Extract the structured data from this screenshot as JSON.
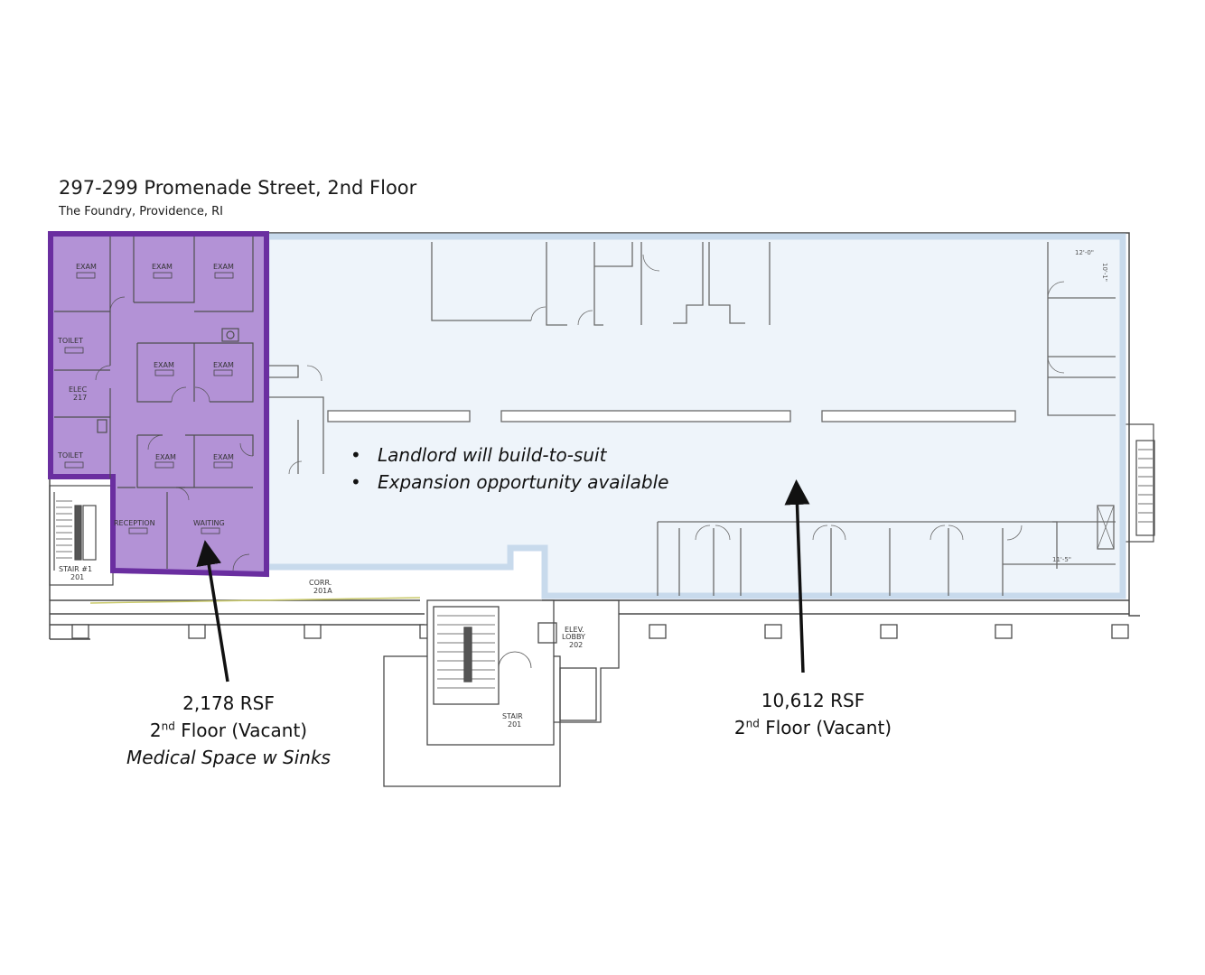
{
  "header": {
    "title": "297-299 Promenade Street, 2nd Floor",
    "subtitle": "The Foundry, Providence, RI"
  },
  "rooms": {
    "exam": "EXAM",
    "toilet": "TOILET",
    "elec": "ELEC",
    "elec_num": "217",
    "reception": "RECEPTION",
    "waiting": "WAITING",
    "stair_left": "STAIR #1",
    "stair_left_num": "201",
    "corr": "CORR.",
    "corr_num": "201A",
    "elev_lobby_1": "ELEV.",
    "elev_lobby_2": "LOBBY",
    "elev_lobby_num": "202",
    "stair_bottom": "STAIR",
    "stair_bottom_num": "201"
  },
  "dimensions": [
    "12'-0\"",
    "10'-1\"",
    "11'-5\""
  ],
  "bullets": [
    "Landlord will build-to-suit",
    "Expansion opportunity available"
  ],
  "callout_left": {
    "area": "2,178 RSF",
    "floor_num": "2",
    "floor_sup": "nd",
    "floor_rest": " Floor (Vacant)",
    "use": "Medical Space w Sinks"
  },
  "callout_right": {
    "area": "10,612 RSF",
    "floor_num": "2",
    "floor_sup": "nd",
    "floor_rest": " Floor (Vacant)"
  },
  "colors": {
    "medical_fill": "#b392d6",
    "medical_border": "#6a2ea0",
    "expansion_fill": "#eef4fa",
    "expansion_border": "#c8daec",
    "wall": "#4a4a4a"
  }
}
